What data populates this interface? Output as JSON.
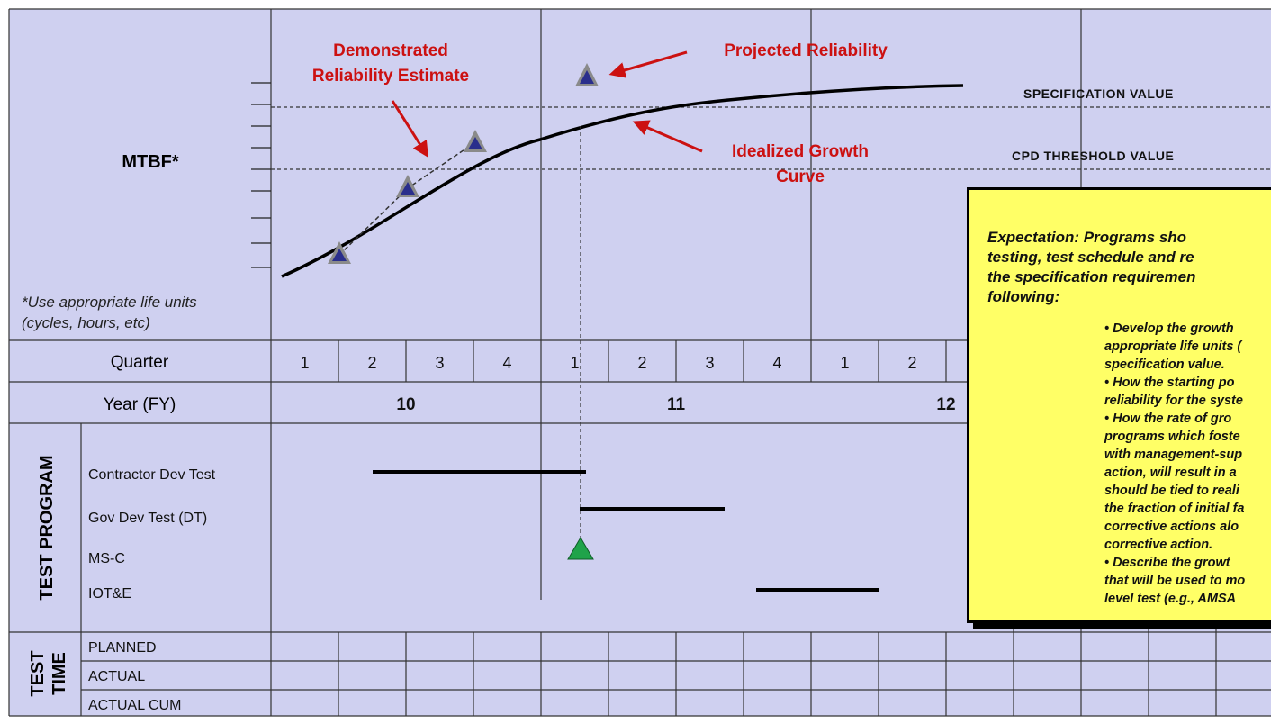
{
  "y_label": "MTBF*",
  "note_lines": [
    "*Use appropriate life units",
    "(cycles, hours, etc)"
  ],
  "annotations": {
    "demonstrated": [
      "Demonstrated",
      "Reliability Estimate"
    ],
    "projected": "Projected Reliability",
    "idealized": [
      "Idealized Growth",
      "Curve"
    ]
  },
  "reference_lines": {
    "specification": "SPECIFICATION VALUE",
    "threshold": "CPD THRESHOLD VALUE"
  },
  "rows": {
    "quarter_header": "Quarter",
    "year_header": "Year (FY)",
    "quarters": [
      "1",
      "2",
      "3",
      "4",
      "1",
      "2",
      "3",
      "4",
      "1",
      "2"
    ],
    "years": [
      "10",
      "11",
      "12"
    ],
    "test_program_header": "TEST PROGRAM",
    "test_program_items": [
      "Contractor Dev Test",
      "Gov Dev Test (DT)",
      "MS-C",
      "IOT&E"
    ],
    "test_time_header": [
      "TEST",
      "TIME"
    ],
    "test_time_items": [
      "PLANNED",
      "ACTUAL",
      "ACTUAL CUM"
    ]
  },
  "expectation": {
    "intro": "Expectation:  Programs sho\ntesting, test schedule and re\nthe specification requiremen\nfollowing:",
    "bullets": [
      "• Develop the growth\nappropriate life units (\nspecification value.",
      "• How the starting po\nreliability for the syste",
      "• How the rate of gro\nprograms which foste\nwith management-sup\naction, will result in a\nshould be tied to reali\nthe fraction of initial fa\ncorrective actions alo\ncorrective action.",
      "• Describe the growt\nthat will be used to mo\nlevel test (e.g., AMSA"
    ]
  },
  "colors": {
    "panel_bg": "#cfd0f0",
    "annotation_red": "#cc1111",
    "marker_blue": "#2a2e8c",
    "marker_gray": "#8a8a8a",
    "milestone_green": "#1fa34a",
    "callout_yellow": "#ffff66"
  },
  "chart_data": {
    "type": "line",
    "series": [],
    "demonstrated_points": [],
    "milestone": "MS-C"
  }
}
